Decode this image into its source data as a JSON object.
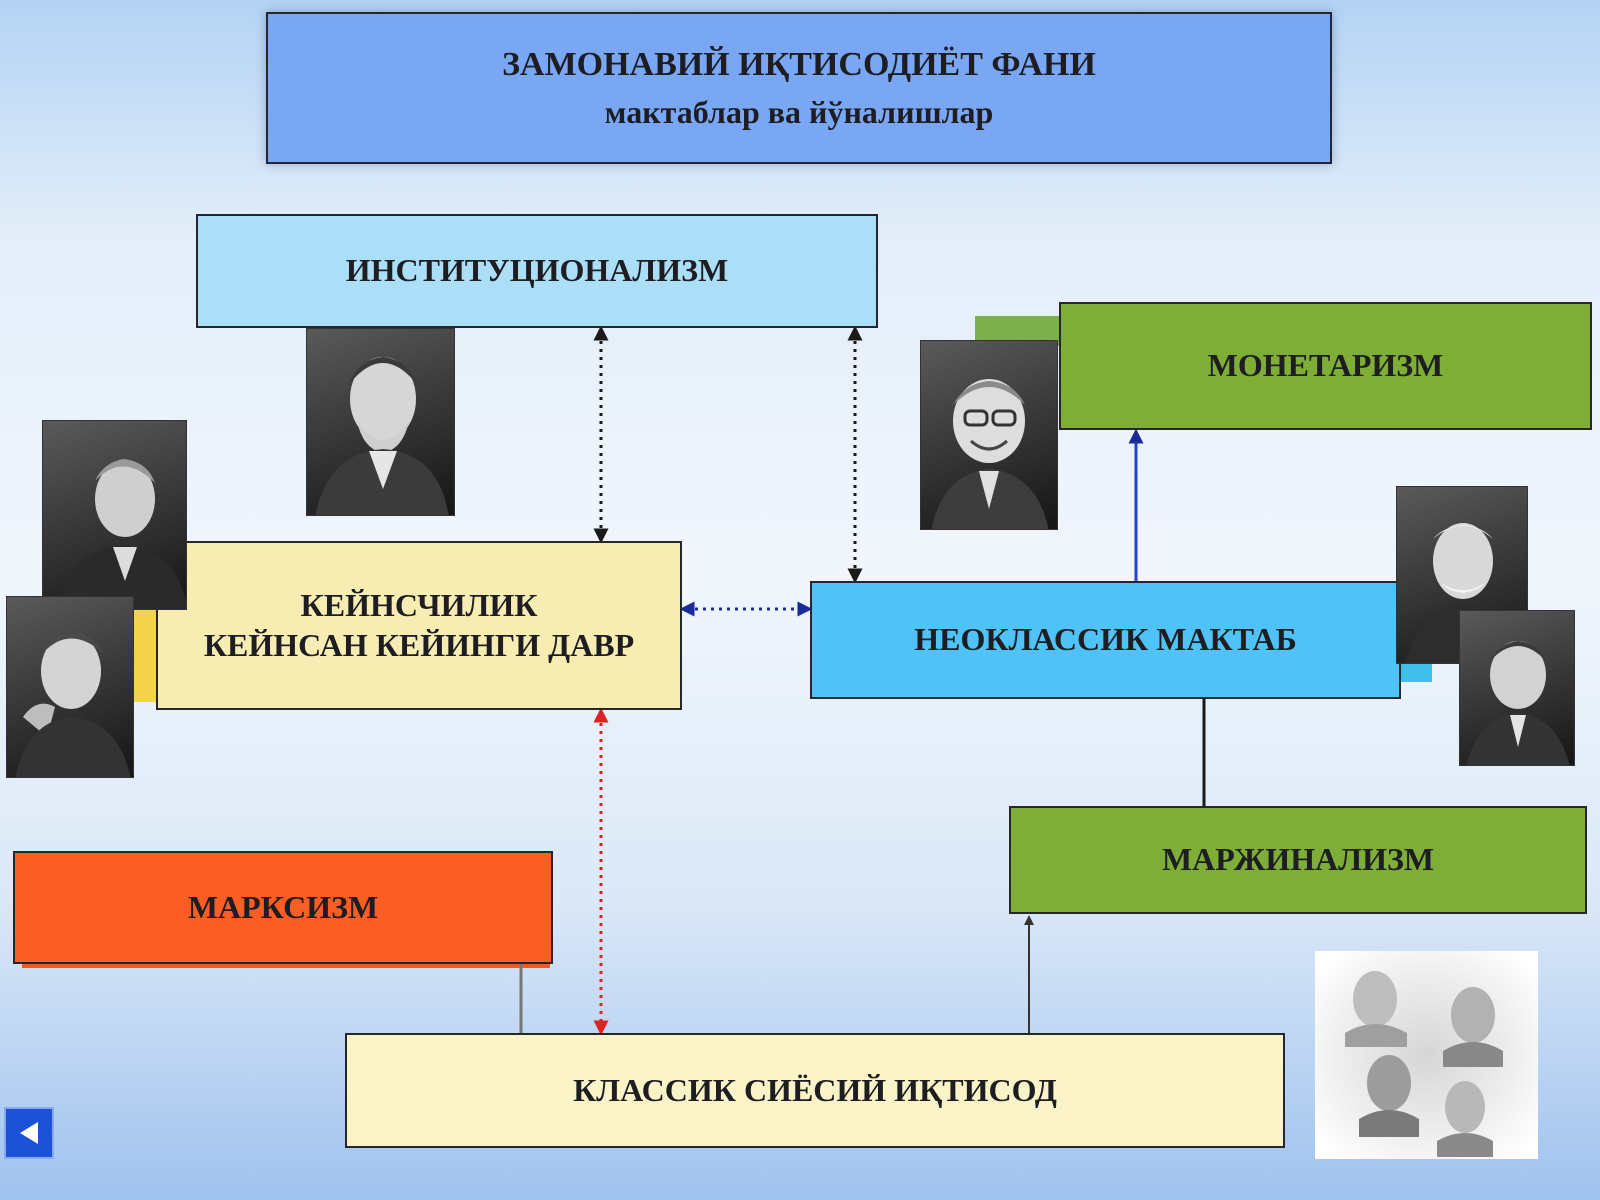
{
  "title": {
    "main": "ЗАМОНАВИЙ ИҚТИСОДИЁТ ФАНИ",
    "subtitle": "мактаблар ва йўналишлар"
  },
  "schools": {
    "institutionalism": "ИНСТИТУЦИОНАЛИЗМ",
    "monetarism": "МОНЕТАРИЗМ",
    "keynesianism": [
      "КЕЙНСЧИЛИК",
      "КЕЙНСАН КЕЙИНГИ ДАВР"
    ],
    "neoclassical": "НЕОКЛАССИК МАКТАБ",
    "marxism": "МАРКСИЗМ",
    "marginalism": "МАРЖИНАЛИЗМ",
    "classical": "КЛАССИК СИЁСИЙ ИҚТИСОД"
  },
  "colors": {
    "title": "#7aa7f4",
    "institutionalism": "#abdff7",
    "monetarism": "#7eae36",
    "keynesianism": "#f7ecb2",
    "neoclassical": "#4fc3f7",
    "marxism": "#fb5e22",
    "marginalism": "#7eae36",
    "classical": "#faf3c7",
    "dotted_link": "#1a1a1a",
    "red_link": "#d22",
    "blue_link": "#2244cc"
  },
  "navigation": {
    "back_icon": "triangle-left-icon"
  }
}
